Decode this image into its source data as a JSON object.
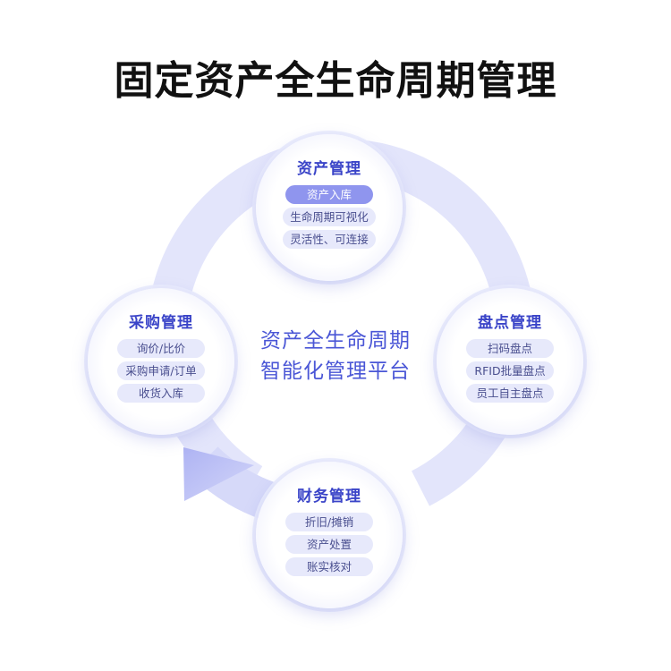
{
  "title": "固定资产全生命周期管理",
  "center": {
    "line1": "资产全生命周期",
    "line2": "智能化管理平台"
  },
  "nodes": {
    "top": {
      "title": "资产管理",
      "items": [
        "资产入库",
        "生命周期可视化",
        "灵活性、可连接"
      ]
    },
    "right": {
      "title": "盘点管理",
      "items": [
        "扫码盘点",
        "RFID批量盘点",
        "员工自主盘点"
      ]
    },
    "bottom": {
      "title": "财务管理",
      "items": [
        "折旧/摊销",
        "资产处置",
        "账实核对"
      ]
    },
    "left": {
      "title": "采购管理",
      "items": [
        "询价/比价",
        "采购申请/订单",
        "收货入库"
      ]
    }
  },
  "colors": {
    "ring": "#e3e5fb",
    "arrow": "#b9bdf5",
    "accent": "#3a44c8",
    "pill": "#e7e9fb",
    "pill_active": "#8f95ee"
  }
}
